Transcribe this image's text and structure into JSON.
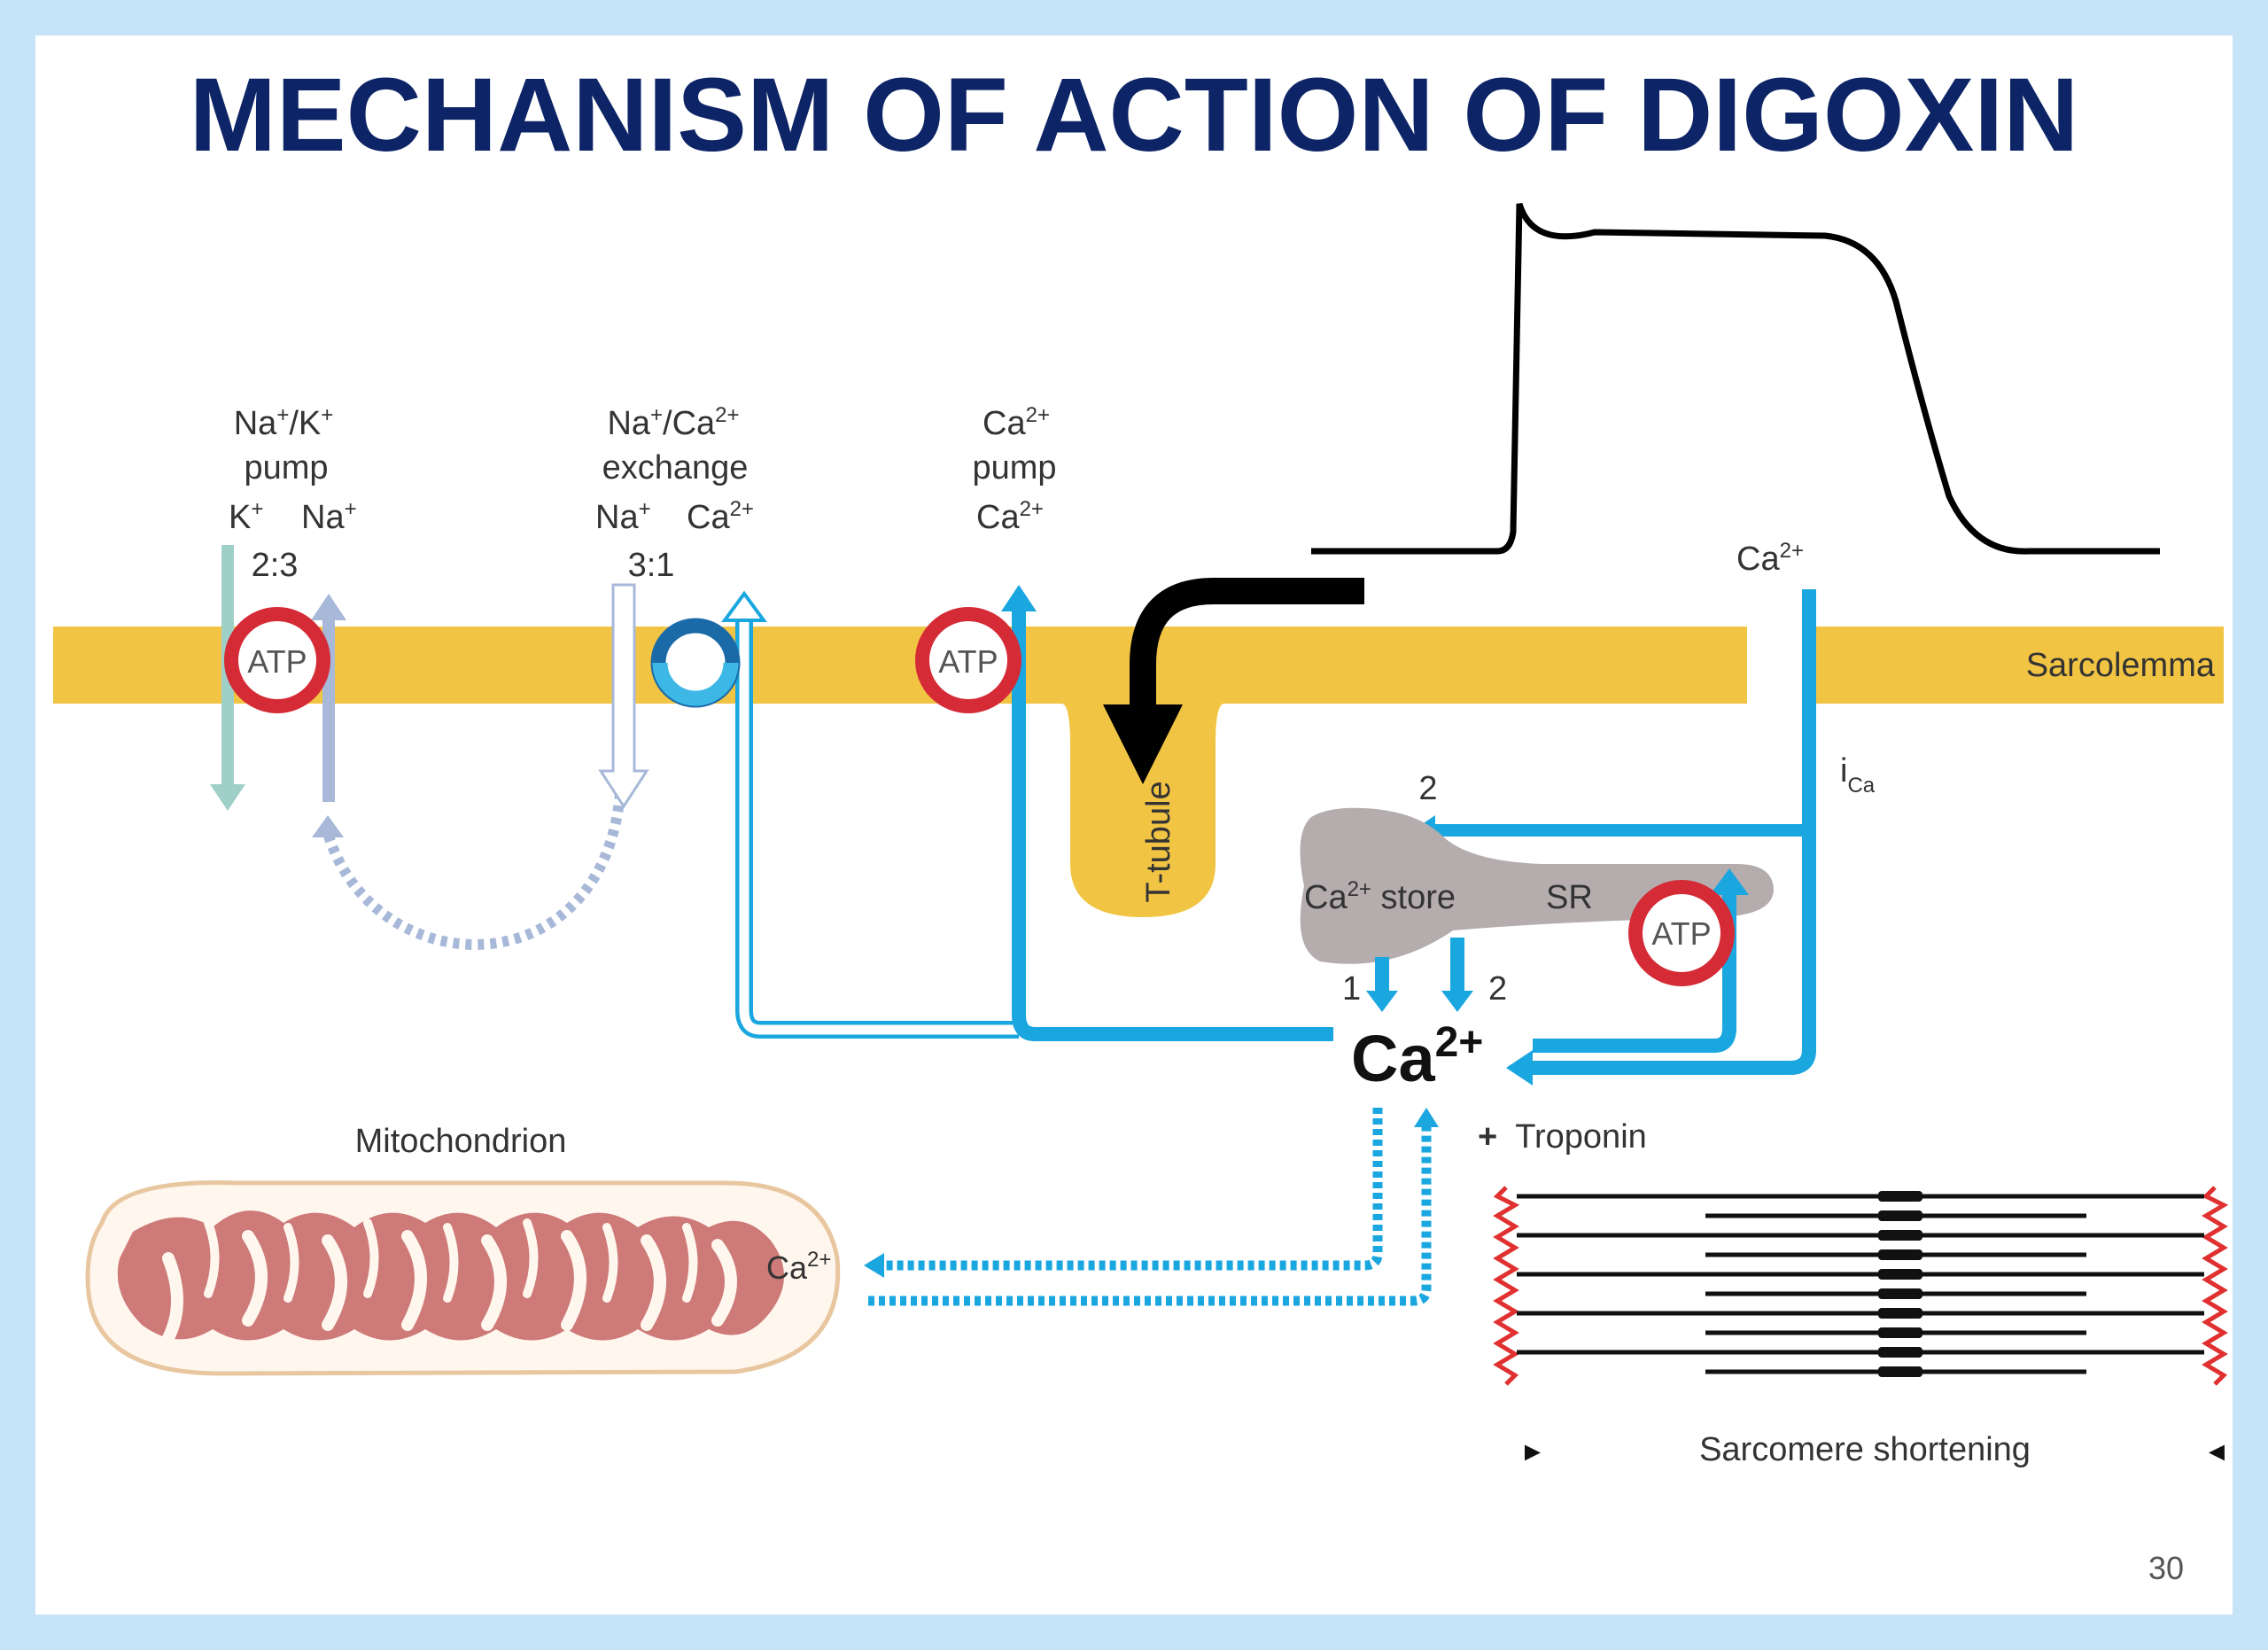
{
  "title": "MECHANISM OF ACTION OF DIGOXIN",
  "slide_number": "30",
  "colors": {
    "background": "#c5e4f7",
    "title": "#0d2466",
    "membrane": "#f2c443",
    "calcium_flow": "#1aa6df",
    "atp_ring": "#d52b36",
    "sr": "#b4acad",
    "mitochondrion": "#cd7a78",
    "z_disc": "#e03030"
  },
  "labels": {
    "na_k_pump": {
      "ion1": "Na",
      "ion1_sup": "+",
      "sep": "/K",
      "ion2_sup": "+",
      "line2": "pump"
    },
    "na_ca_exchange": {
      "ion1": "Na",
      "ion1_sup": "+",
      "sep": "/Ca",
      "ion2_sup": "2+",
      "line2": "exchange"
    },
    "ca_pump": {
      "ion": "Ca",
      "ion_sup": "2+",
      "line2": "pump"
    },
    "k_ion": {
      "text": "K",
      "sup": "+"
    },
    "na_ion": {
      "text": "Na",
      "sup": "+"
    },
    "na_ion_2": {
      "text": "Na",
      "sup": "+"
    },
    "ca_ion_1": {
      "text": "Ca",
      "sup": "2+"
    },
    "ca_ion_2": {
      "text": "Ca",
      "sup": "2+"
    },
    "ca_ion_3": {
      "text": "Ca",
      "sup": "2+"
    },
    "ratio_na_k": "2:3",
    "ratio_na_ca": "3:1",
    "atp": "ATP",
    "sarcolemma": "Sarcolemma",
    "t_tubule": "T-tubule",
    "ica": {
      "text": "i",
      "sub": "Ca"
    },
    "ca_store": {
      "text": "Ca",
      "sup": "2+",
      "rest": " store"
    },
    "sr": "SR",
    "step_1": "1",
    "step_2": "2",
    "step_2b": "2",
    "ca_center": {
      "text": "Ca",
      "sup": "2+"
    },
    "troponin": {
      "prefix": "+",
      "text": "Troponin"
    },
    "mitochondrion": "Mitochondrion",
    "mito_ca": {
      "text": "Ca",
      "sup": "2+"
    },
    "sarcomere_shortening": "Sarcomere shortening",
    "arrow_left": "►",
    "arrow_right": "◄"
  }
}
